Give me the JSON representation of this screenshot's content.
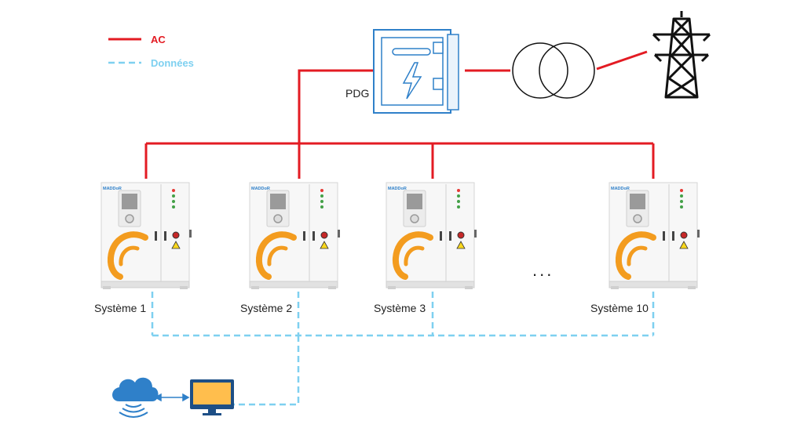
{
  "colors": {
    "ac": "#e31b23",
    "data": "#7ed0f0",
    "pdg_outline": "#2f80c9",
    "accent_orange": "#f39c1f",
    "monitor_screen": "#ffbe4d",
    "monitor_frame": "#1d4f86",
    "cloud": "#2f80c9",
    "pylon": "#111111"
  },
  "legend": {
    "ac_label": "AC",
    "data_label": "Données"
  },
  "pdg": {
    "label": "PDG",
    "icon": "electrical-panel-icon"
  },
  "transformer": {
    "icon": "transformer-icon"
  },
  "grid": {
    "icon": "power-pylon-icon"
  },
  "systems": [
    {
      "label": "Système 1",
      "brand": "MADDoR"
    },
    {
      "label": "Système 2",
      "brand": "MADDoR"
    },
    {
      "label": "Système 3",
      "brand": "MADDoR"
    },
    {
      "label": "Système 10",
      "brand": "MADDoR"
    }
  ],
  "ellipsis": "...",
  "cloud": {
    "icon": "cloud-icon"
  },
  "monitor": {
    "icon": "monitor-icon"
  }
}
